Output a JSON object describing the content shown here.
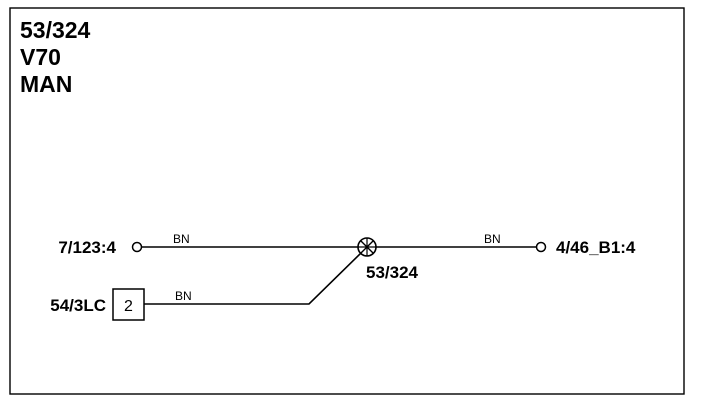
{
  "title": {
    "line1": "53/324",
    "line2": "V70",
    "line3": "MAN"
  },
  "connectors": {
    "left_top": "7/123:4",
    "left_bottom": "54/3LC",
    "right": "4/46_B1:4",
    "junction": "53/324"
  },
  "pin": {
    "number": "2"
  },
  "wires": {
    "top_left": "BN",
    "bottom_left": "BN",
    "right": "BN"
  }
}
